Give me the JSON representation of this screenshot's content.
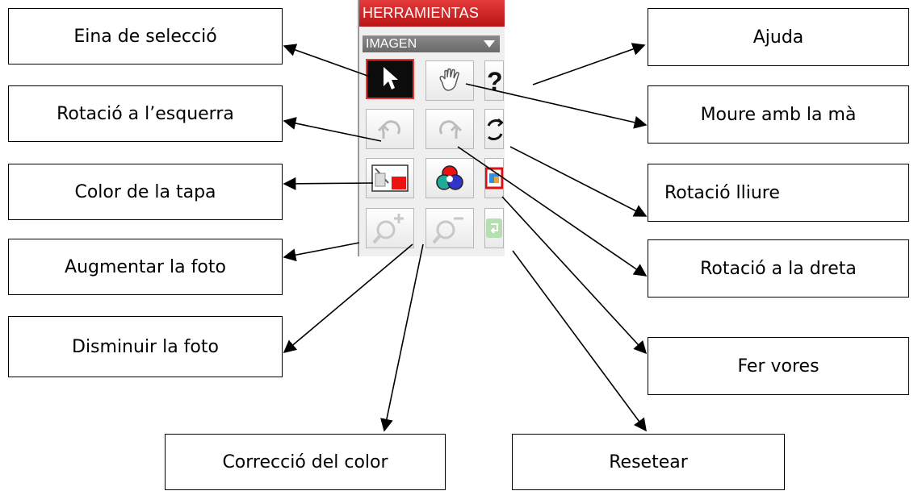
{
  "palette": {
    "title": "HERRAMIENTAS",
    "dropdown": "IMAGEN"
  },
  "labels": {
    "selection_tool": "Eina de selecció",
    "help": "Ajuda",
    "rotate_left": "Rotació a l’esquerra",
    "move_hand": "Moure amb la mà",
    "cover_color": "Color de la tapa",
    "free_rotation": "Rotació lliure",
    "zoom_in": "Augmentar la foto",
    "rotate_right": "Rotació a la dreta",
    "zoom_out": "Disminuir la foto",
    "borders": "Fer vores",
    "color_correction": "Correcció del color",
    "reset": "Resetear"
  }
}
